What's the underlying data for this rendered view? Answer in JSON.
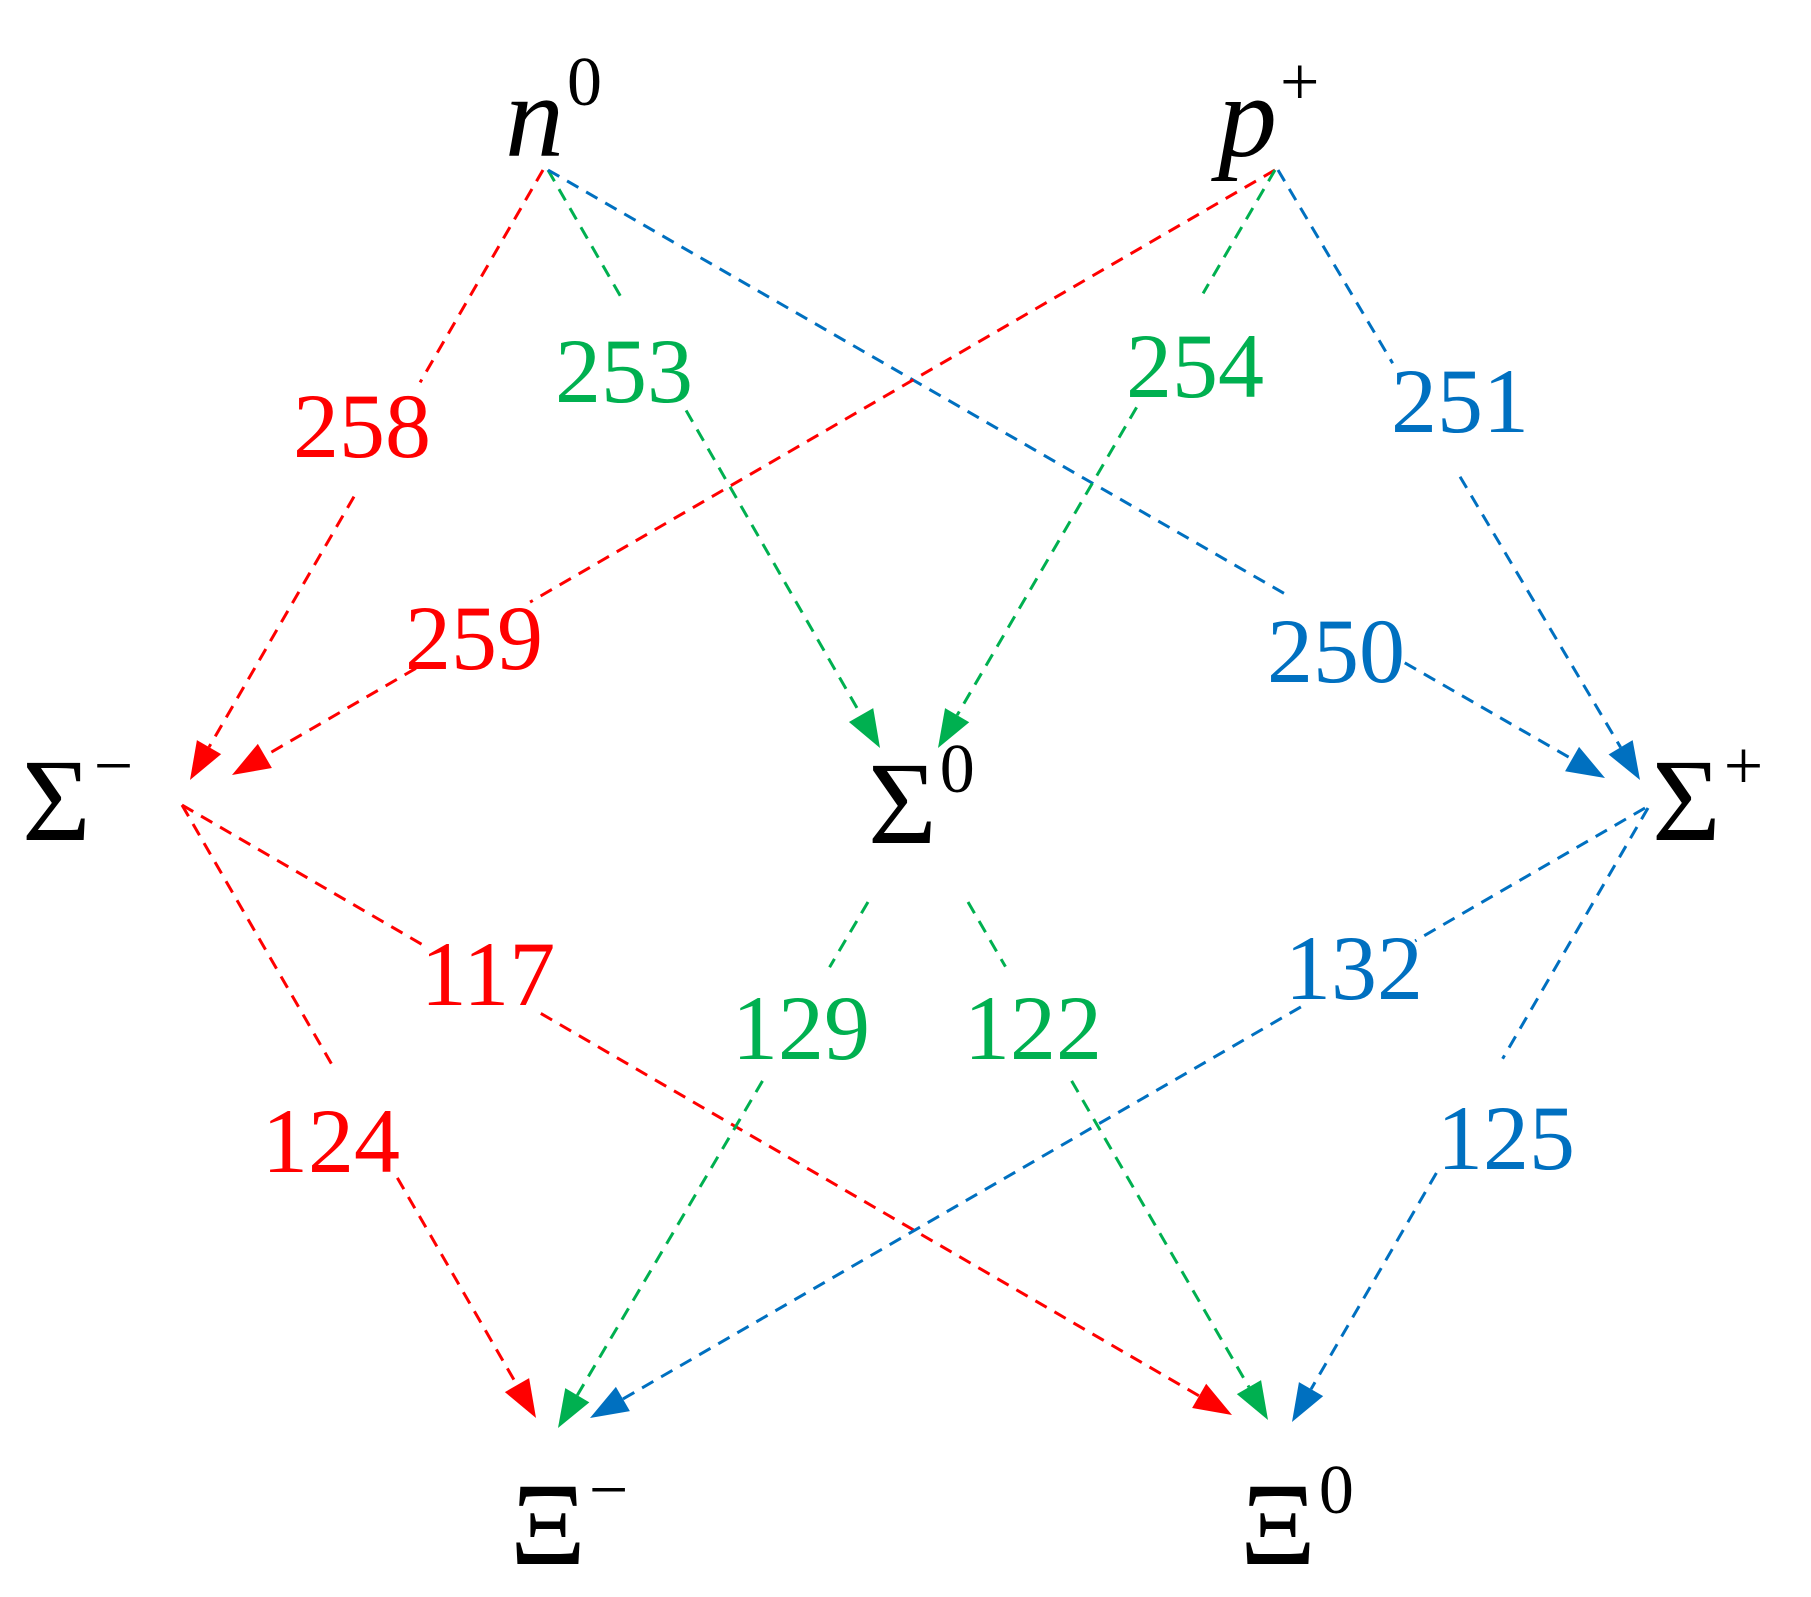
{
  "colors": {
    "red": "#ff0000",
    "green": "#00b050",
    "blue": "#0070c0",
    "text": "#000000"
  },
  "nodes": [
    {
      "id": "n0",
      "symbol": "n",
      "charge": "0",
      "italic": true
    },
    {
      "id": "p_plus",
      "symbol": "p",
      "charge": "+",
      "italic": true
    },
    {
      "id": "sig_minus",
      "symbol": "Σ",
      "charge": "−",
      "italic": false
    },
    {
      "id": "sig_zero",
      "symbol": "Σ",
      "charge": "0",
      "italic": false
    },
    {
      "id": "sig_plus",
      "symbol": "Σ",
      "charge": "+",
      "italic": false
    },
    {
      "id": "xi_minus",
      "symbol": "Ξ",
      "charge": "−",
      "italic": false
    },
    {
      "id": "xi_zero",
      "symbol": "Ξ",
      "charge": "0",
      "italic": false
    }
  ],
  "edges": [
    {
      "from": "n0",
      "to": "sig_minus",
      "color": "red",
      "label": "258"
    },
    {
      "from": "n0",
      "to": "sig_zero",
      "color": "green",
      "label": "253"
    },
    {
      "from": "n0",
      "to": "sig_plus",
      "color": "blue",
      "label": "250"
    },
    {
      "from": "p_plus",
      "to": "sig_minus",
      "color": "red",
      "label": "259"
    },
    {
      "from": "p_plus",
      "to": "sig_zero",
      "color": "green",
      "label": "254"
    },
    {
      "from": "p_plus",
      "to": "sig_plus",
      "color": "blue",
      "label": "251"
    },
    {
      "from": "sig_minus",
      "to": "xi_minus",
      "color": "red",
      "label": "124"
    },
    {
      "from": "sig_minus",
      "to": "xi_zero",
      "color": "red",
      "label": "117"
    },
    {
      "from": "sig_zero",
      "to": "xi_minus",
      "color": "green",
      "label": "129"
    },
    {
      "from": "sig_zero",
      "to": "xi_zero",
      "color": "green",
      "label": "122"
    },
    {
      "from": "sig_plus",
      "to": "xi_minus",
      "color": "blue",
      "label": "132"
    },
    {
      "from": "sig_plus",
      "to": "xi_zero",
      "color": "blue",
      "label": "125"
    }
  ]
}
